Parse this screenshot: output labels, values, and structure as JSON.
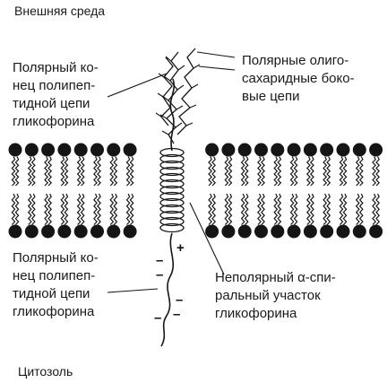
{
  "diagram": {
    "outside_label": "Внешняя среда",
    "inside_label": "Цитозоль",
    "polar_end_top": [
      "Полярный ко-",
      "нец полипеп-",
      "тидной цепи",
      "гликофорина"
    ],
    "oligosaccharide": [
      "Полярные олиго-",
      "сахаридные боко-",
      "вые цепи"
    ],
    "polar_end_bottom": [
      "Полярный ко-",
      "нец полипеп-",
      "тидной цепи",
      "гликофорина"
    ],
    "helix_label": [
      "Неполярный α-спи-",
      "ральный участок",
      "гликофорина"
    ],
    "charges": {
      "plus": "+",
      "minus": "–"
    }
  }
}
